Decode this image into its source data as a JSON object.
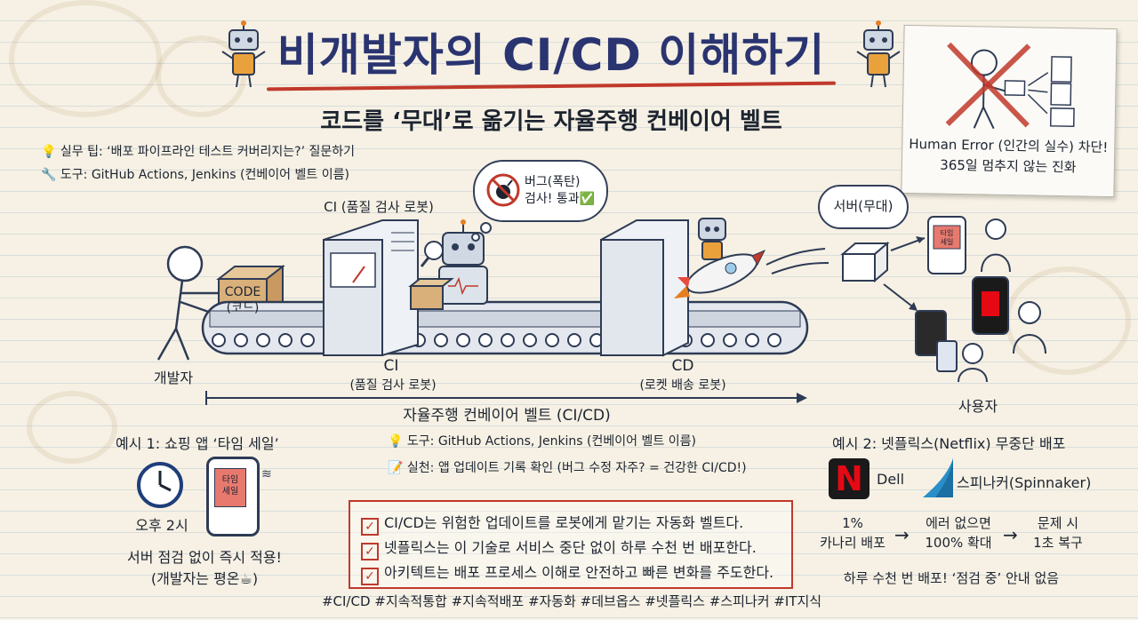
{
  "title": "비개발자의 CI/CD 이해하기",
  "subtitle": "코드를 ‘무대’로 옮기는 자율주행 컨베이어 벨트",
  "tips": [
    {
      "icon": "lightbulb-icon",
      "text": "실무 팁: ‘배포 파이프라인 테스트 커버리지는?’ 질문하기"
    },
    {
      "icon": "wrench-icon",
      "text": "도구: GitHub Actions, Jenkins (컨베이어 벨트 이름)"
    }
  ],
  "human_error_note": {
    "line1": "Human Error (인간의 실수) 차단!",
    "line2": "365일 멈추지 않는 진화"
  },
  "diagram": {
    "ci_robot_top": "CI (품질 검사 로봇)",
    "bubble_line1": "버그(폭탄)",
    "bubble_line2": "검사! 통과✅",
    "code_box_line1": "CODE",
    "code_box_line2": "(코드)",
    "developer": "개발자",
    "ci_label": "CI",
    "ci_sub": "(품질 검사 로봇)",
    "cd_label": "CD",
    "cd_sub": "(로켓 배송 로봇)",
    "server": "서버(무대)",
    "user": "사용자",
    "belt_caption": "자율주행 컨베이어 벨트 (CI/CD)",
    "phone_sale": "타임\n세일"
  },
  "example1": {
    "title": "예시 1: 쇼핑 앱 ‘타임 세일’",
    "time": "오후 2시",
    "phone_text": "타임\n세일",
    "desc1": "서버 점검 없이 즉시 적용!",
    "desc2": "(개발자는 평온☕)"
  },
  "middle_tips": [
    {
      "icon": "lightbulb-icon",
      "text": "도구: GitHub Actions, Jenkins (컨베이어 벨트 이름)"
    },
    {
      "icon": "memo-icon",
      "text": "실천: 앱 업데이트 기록 확인 (버그 수정 자주? = 건강한 CI/CD!)"
    }
  ],
  "summary": [
    "CI/CD는 위험한 업데이트를 로봇에게 맡기는 자동화 벨트다.",
    "넷플릭스는 이 기술로 서비스 중단 없이 하루 수천 번 배포한다.",
    "아키텍트는 배포 프로세스 이해로 안전하고 빠른 변화를 주도한다."
  ],
  "hashtags": "#CI/CD #지속적통합 #지속적배포 #자동화 #데브옵스 #넷플릭스 #스피나커 #IT지식",
  "example2": {
    "title": "예시 2: 넷플릭스(Netflix) 무중단 배포",
    "logo_letter": "N",
    "dell": "Dell",
    "spinnaker": "스피나커(Spinnaker)",
    "step1a": "1%",
    "step1b": "카나리 배포",
    "step2a": "에러 없으면",
    "step2b": "100% 확대",
    "step3a": "문제 시",
    "step3b": "1초 복구",
    "footer": "하루 수천 번 배포! ‘점검 중’ 안내 없음"
  },
  "colors": {
    "title": "#2a3470",
    "accent_red": "#c0392b",
    "netflix": "#e50914",
    "spinnaker": "#2a8fc8"
  }
}
